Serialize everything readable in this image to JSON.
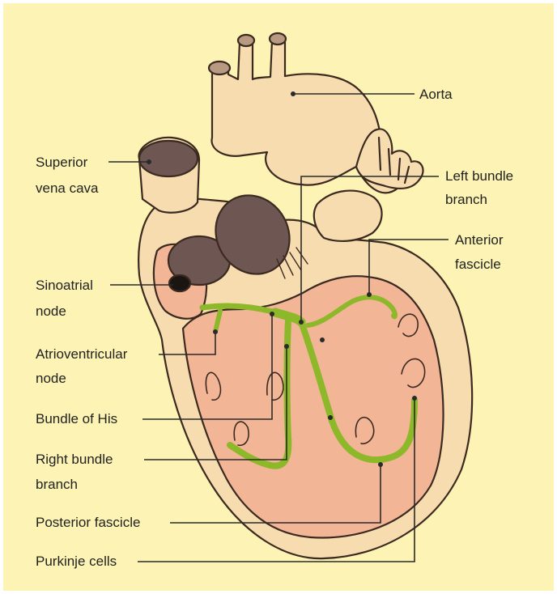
{
  "colors": {
    "background": "#fdf3b4",
    "outer_tissue": "#f7dcb0",
    "outline": "#3b2a20",
    "chamber": "#f2b596",
    "conduction": "#8cb82a",
    "valve": "#6e5652",
    "leader": "#2a2a2a",
    "text": "#222222"
  },
  "labels": {
    "aorta": "Aorta",
    "superior_vena_cava_1": "Superior",
    "superior_vena_cava_2": "vena cava",
    "left_bundle_branch_1": "Left bundle",
    "left_bundle_branch_2": "branch",
    "anterior_fascicle_1": "Anterior",
    "anterior_fascicle_2": "fascicle",
    "sinoatrial_node_1": "Sinoatrial",
    "sinoatrial_node_2": "node",
    "atrioventricular_node_1": "Atrioventricular",
    "atrioventricular_node_2": "node",
    "bundle_of_his": "Bundle of His",
    "right_bundle_branch_1": "Right bundle",
    "right_bundle_branch_2": "branch",
    "posterior_fascicle": "Posterior fascicle",
    "purkinje_cells": "Purkinje cells"
  }
}
